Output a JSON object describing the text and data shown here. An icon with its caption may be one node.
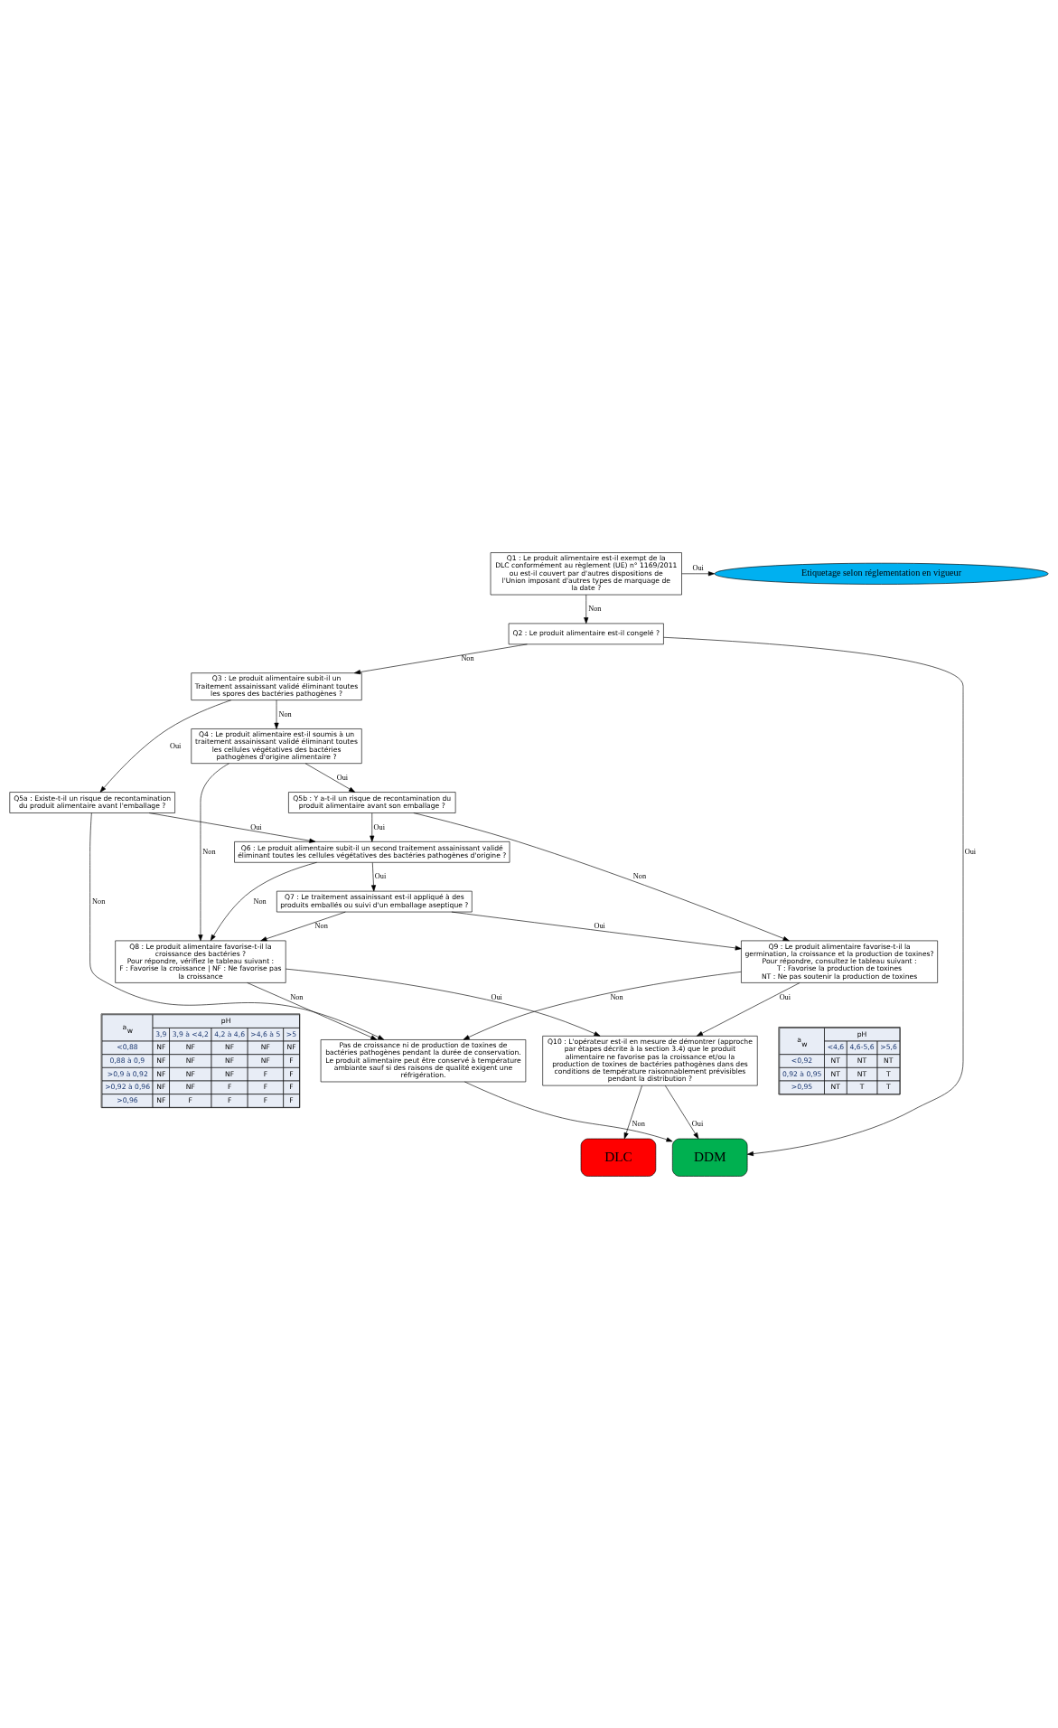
{
  "diagram": {
    "nodes": [
      {
        "text": [
          "Q1 : Le produit alimentaire est-il exempt de la DLC conformément au règlement (UE) n° 1169/2011 ou est-il couvert par d'autres dispositions de l'Union imposant d'autres types de marquage de la date ?"
        ]
      },
      {
        "text": [
          "Etiquetage selon réglementation en vigueur"
        ]
      },
      {
        "text": [
          "Q2 : Le produit alimentaire est-il congelé ?"
        ]
      },
      {
        "text": [
          "Q3 : Le produit alimentaire subit-il un Traitement assainissant validé éliminant toutes les spores des bactéries pathogènes ?"
        ]
      },
      {
        "text": [
          "Q4 : Le produit alimentaire est-il soumis à un traitement assainissant validé éliminant toutes les cellules végétatives des bactéries pathogènes d'origine alimentaire ?"
        ]
      },
      {
        "text": [
          "Q5a : Existe-t-il un risque de recontamination du produit alimentaire avant l'emballage ?"
        ]
      },
      {
        "text": [
          "Q5b : Y a-t-il un risque de recontamination du produit alimentaire avant son emballage ?"
        ]
      },
      {
        "text": [
          "Q6 : Le produit alimentaire subit-il un second traitement assainissant validé éliminant toutes les cellules végétatives des bactéries pathogènes d'origine ?"
        ]
      },
      {
        "text": [
          "Q7 : Le traitement assainissant est-il appliqué à des produits emballés ou suivi d'un emballage aseptique ?"
        ]
      },
      {
        "text": [
          "Q8 : Le produit alimentaire favorise-t-il la croissance des bactéries ?",
          "Pour répondre, vérifiez le tableau suivant :",
          "F : Favorise la croissance | NF : Ne favorise pas la croissance"
        ]
      },
      {
        "text": [
          "Q9 : Le produit alimentaire favorise-t-il la germination, la croissance et la production de toxines?",
          "Pour répondre, consultez le tableau suivant :",
          "T : Favorise la production de toxines",
          "NT : Ne pas soutenir la production de toxines"
        ]
      },
      {
        "text": [
          "Q10 : L'opérateur est-il en mesure de démontrer (approche par étapes décrite à la section 3.4) que le produit alimentaire ne favorise pas la croissance et/ou la production de toxines de bactéries pathogènes dans des conditions de température raisonnablement prévisibles pendant la distribution ?"
        ]
      },
      {
        "text": [
          "Pas de croissance ni de production de toxines de bactéries pathogènes pendant la durée de conservation. Le produit alimentaire peut être conservé à température ambiante sauf si des raisons de qualité exigent une réfrigération."
        ]
      },
      {
        "text": [
          "DDM"
        ]
      },
      {
        "text": [
          "DLC"
        ]
      }
    ],
    "edges": [
      {
        "from": 0,
        "to": 1,
        "arrow": "to",
        "label": "Oui"
      },
      {
        "from": 0,
        "to": 2,
        "arrow": "to",
        "label": "Non"
      },
      {
        "from": 2,
        "to": 13,
        "arrow": "to",
        "label": "Oui"
      },
      {
        "from": 2,
        "to": 3,
        "arrow": "to",
        "label": "Non"
      },
      {
        "from": 3,
        "to": 4,
        "arrow": "to",
        "label": "Non"
      },
      {
        "from": 3,
        "to": 5,
        "arrow": "to",
        "label": "Oui"
      },
      {
        "from": 4,
        "to": 9,
        "arrow": "to",
        "label": "Non"
      },
      {
        "from": 4,
        "to": 6,
        "arrow": "to",
        "label": "Oui"
      },
      {
        "from": 5,
        "to": 7,
        "arrow": "to",
        "label": "Oui"
      },
      {
        "from": 5,
        "to": 12,
        "arrow": "to",
        "label": "Non"
      },
      {
        "from": 6,
        "to": 7,
        "arrow": "to",
        "label": "Oui"
      },
      {
        "from": 6,
        "to": 10,
        "arrow": "to",
        "label": "Non"
      },
      {
        "from": 7,
        "to": 9,
        "arrow": "to",
        "label": "Non"
      },
      {
        "from": 7,
        "to": 8,
        "arrow": "to",
        "label": "Oui"
      },
      {
        "from": 8,
        "to": 9,
        "arrow": "to",
        "label": "Non"
      },
      {
        "from": 8,
        "to": 10,
        "arrow": "to",
        "label": "Oui"
      },
      {
        "from": 9,
        "to": 12,
        "arrow": "to",
        "label": "Non"
      },
      {
        "from": 9,
        "to": 11,
        "arrow": "to",
        "label": "Oui"
      },
      {
        "from": 10,
        "to": 12,
        "arrow": "to",
        "label": "Non"
      },
      {
        "from": 10,
        "to": 11,
        "arrow": "to",
        "label": "Oui"
      },
      {
        "from": 11,
        "to": 13,
        "arrow": "to",
        "label": "Oui"
      },
      {
        "from": 11,
        "to": 14,
        "arrow": "to",
        "label": "Non"
      },
      {
        "from": 12,
        "to": 13,
        "arrow": "to"
      }
    ],
    "labels": [
      "a$_{w}$",
      "pH",
      "3,9",
      "3,9 à <4,2",
      "4,2 à 4,6",
      ">4,6 à 5",
      ">5",
      "<0,88",
      "NF",
      "NF",
      "NF",
      "NF",
      "NF",
      "0,88 à 0,9",
      "NF",
      "NF",
      "NF",
      "NF",
      "F",
      ">0,9 à 0,92",
      "NF",
      "NF",
      "NF",
      "F",
      "F",
      ">0,92 à 0,96",
      "NF",
      "NF",
      "F",
      "F",
      "F",
      ">0,96",
      "NF",
      "F",
      "F",
      "F",
      "F",
      "a$_{w}$",
      "pH",
      "<4,6",
      "4,6-5,6",
      ">5,6",
      "<0,92",
      "NT",
      "NT",
      "NT",
      "0,92 à 0,95",
      "NT",
      "NT",
      "T",
      ">0,95",
      "NT",
      "T",
      "T"
    ]
  }
}
